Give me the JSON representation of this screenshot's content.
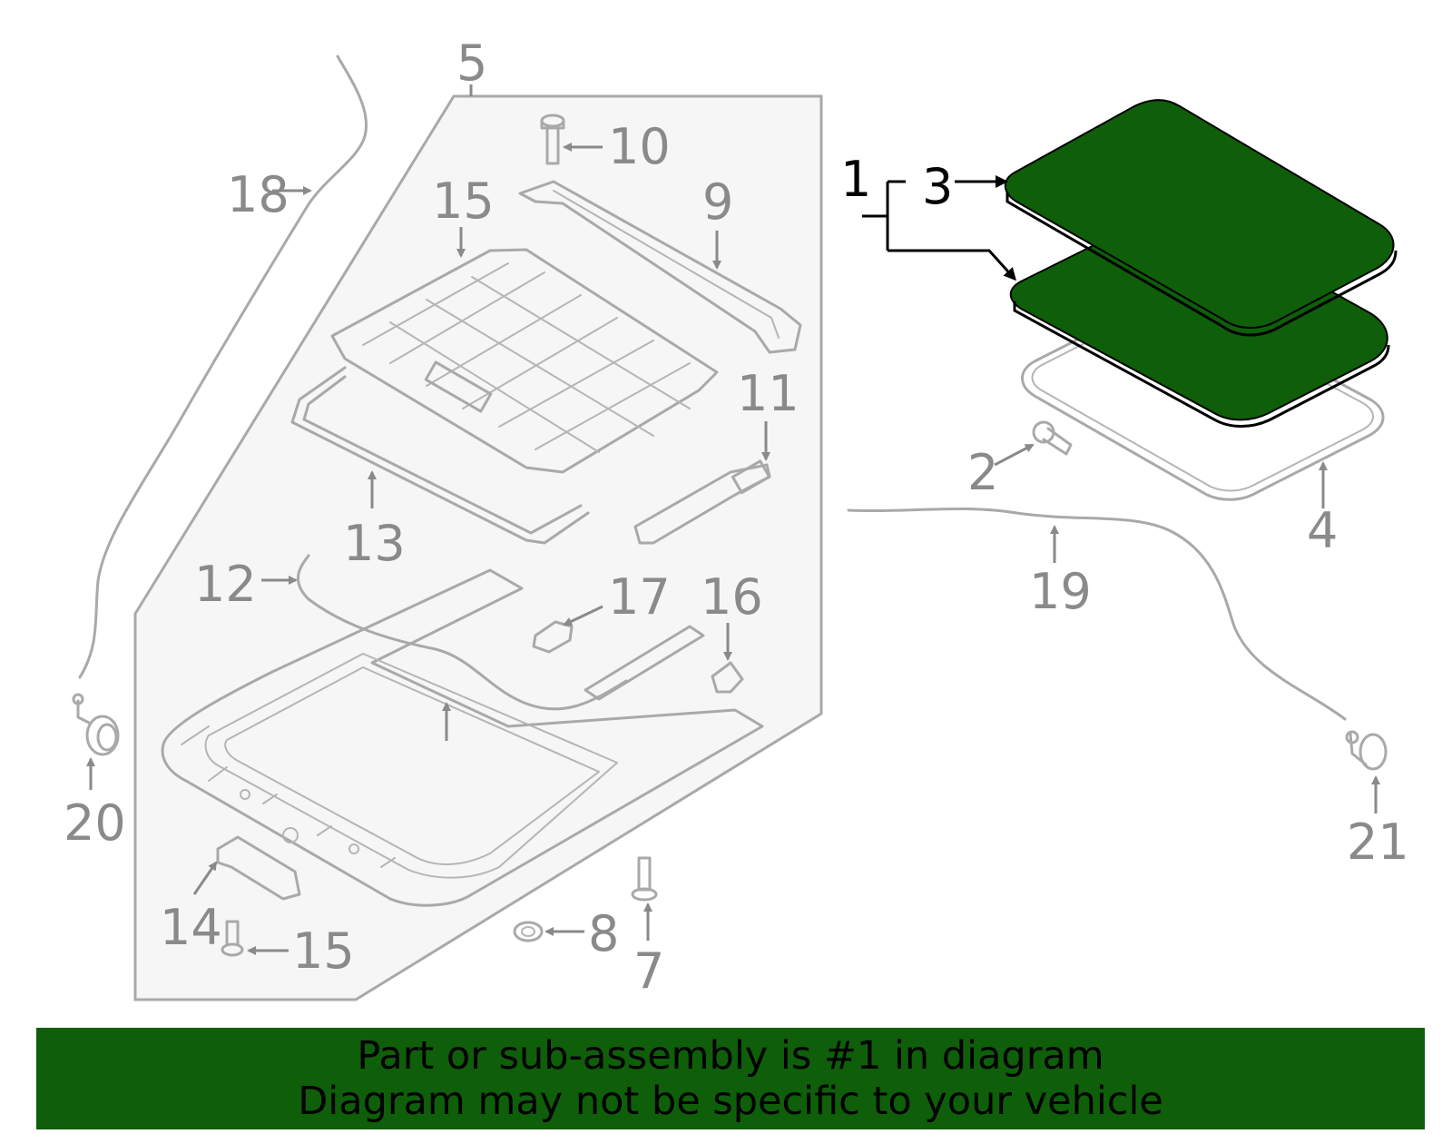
{
  "diagram": {
    "callouts": {
      "c1": "1",
      "c2": "2",
      "c3": "3",
      "c4": "4",
      "c5": "5",
      "c7": "7",
      "c8": "8",
      "c9": "9",
      "c10": "10",
      "c11": "11",
      "c12": "12",
      "c13": "13",
      "c14": "14",
      "c15a": "15",
      "c15b": "15",
      "c16": "16",
      "c17": "17",
      "c18": "18",
      "c19": "19",
      "c20": "20",
      "c21": "21"
    },
    "highlight_color": "#0f5e0a"
  },
  "banner": {
    "line1": "Part or sub-assembly is #1 in diagram",
    "line2": "Diagram may not be specific to your vehicle"
  }
}
